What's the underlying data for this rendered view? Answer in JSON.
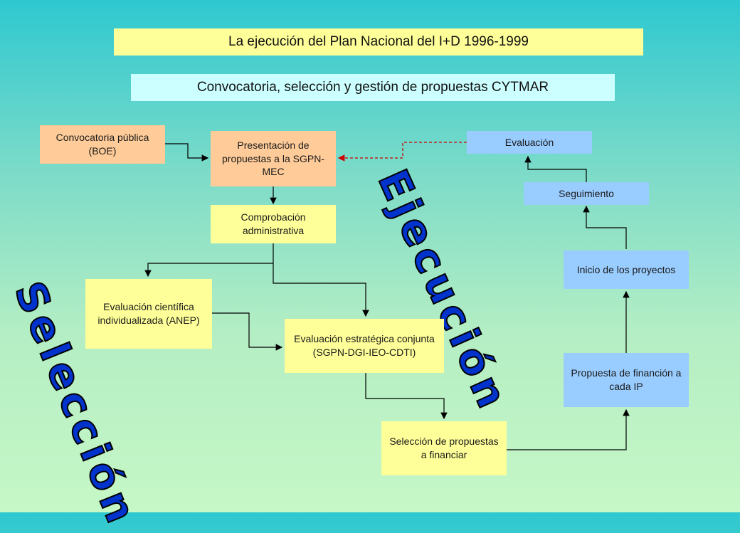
{
  "title": "La ejecución del Plan Nacional del I+D 1996-1999",
  "subtitle": "Convocatoria, selección y gestión de propuestas CYTMAR",
  "boxes": {
    "convocatoria": "Convocatoria pública (BOE)",
    "presentacion": "Presentación de propuestas a la SGPN-MEC",
    "comprobacion": "Comprobación administrativa",
    "eval_cientifica": "Evaluación científica individualizada (ANEP)",
    "eval_estrategica": "Evaluación estratégica conjunta (SGPN-DGI-IEO-CDTI)",
    "seleccion_propuestas": "Selección de propuestas a financiar",
    "propuesta_financiacion": "Propuesta de financión a cada IP",
    "inicio": "Inicio de los proyectos",
    "seguimiento": "Seguimiento",
    "evaluacion": "Evaluación"
  },
  "watermarks": {
    "ejecucion": "Ejecución",
    "seleccion": "Selección"
  },
  "colors": {
    "yellow_box": "#ffff99",
    "orange_box": "#ffcc99",
    "blue_box": "#99ccff",
    "watermark": "#0033cc",
    "feedback_arrow": "#cc0000"
  }
}
